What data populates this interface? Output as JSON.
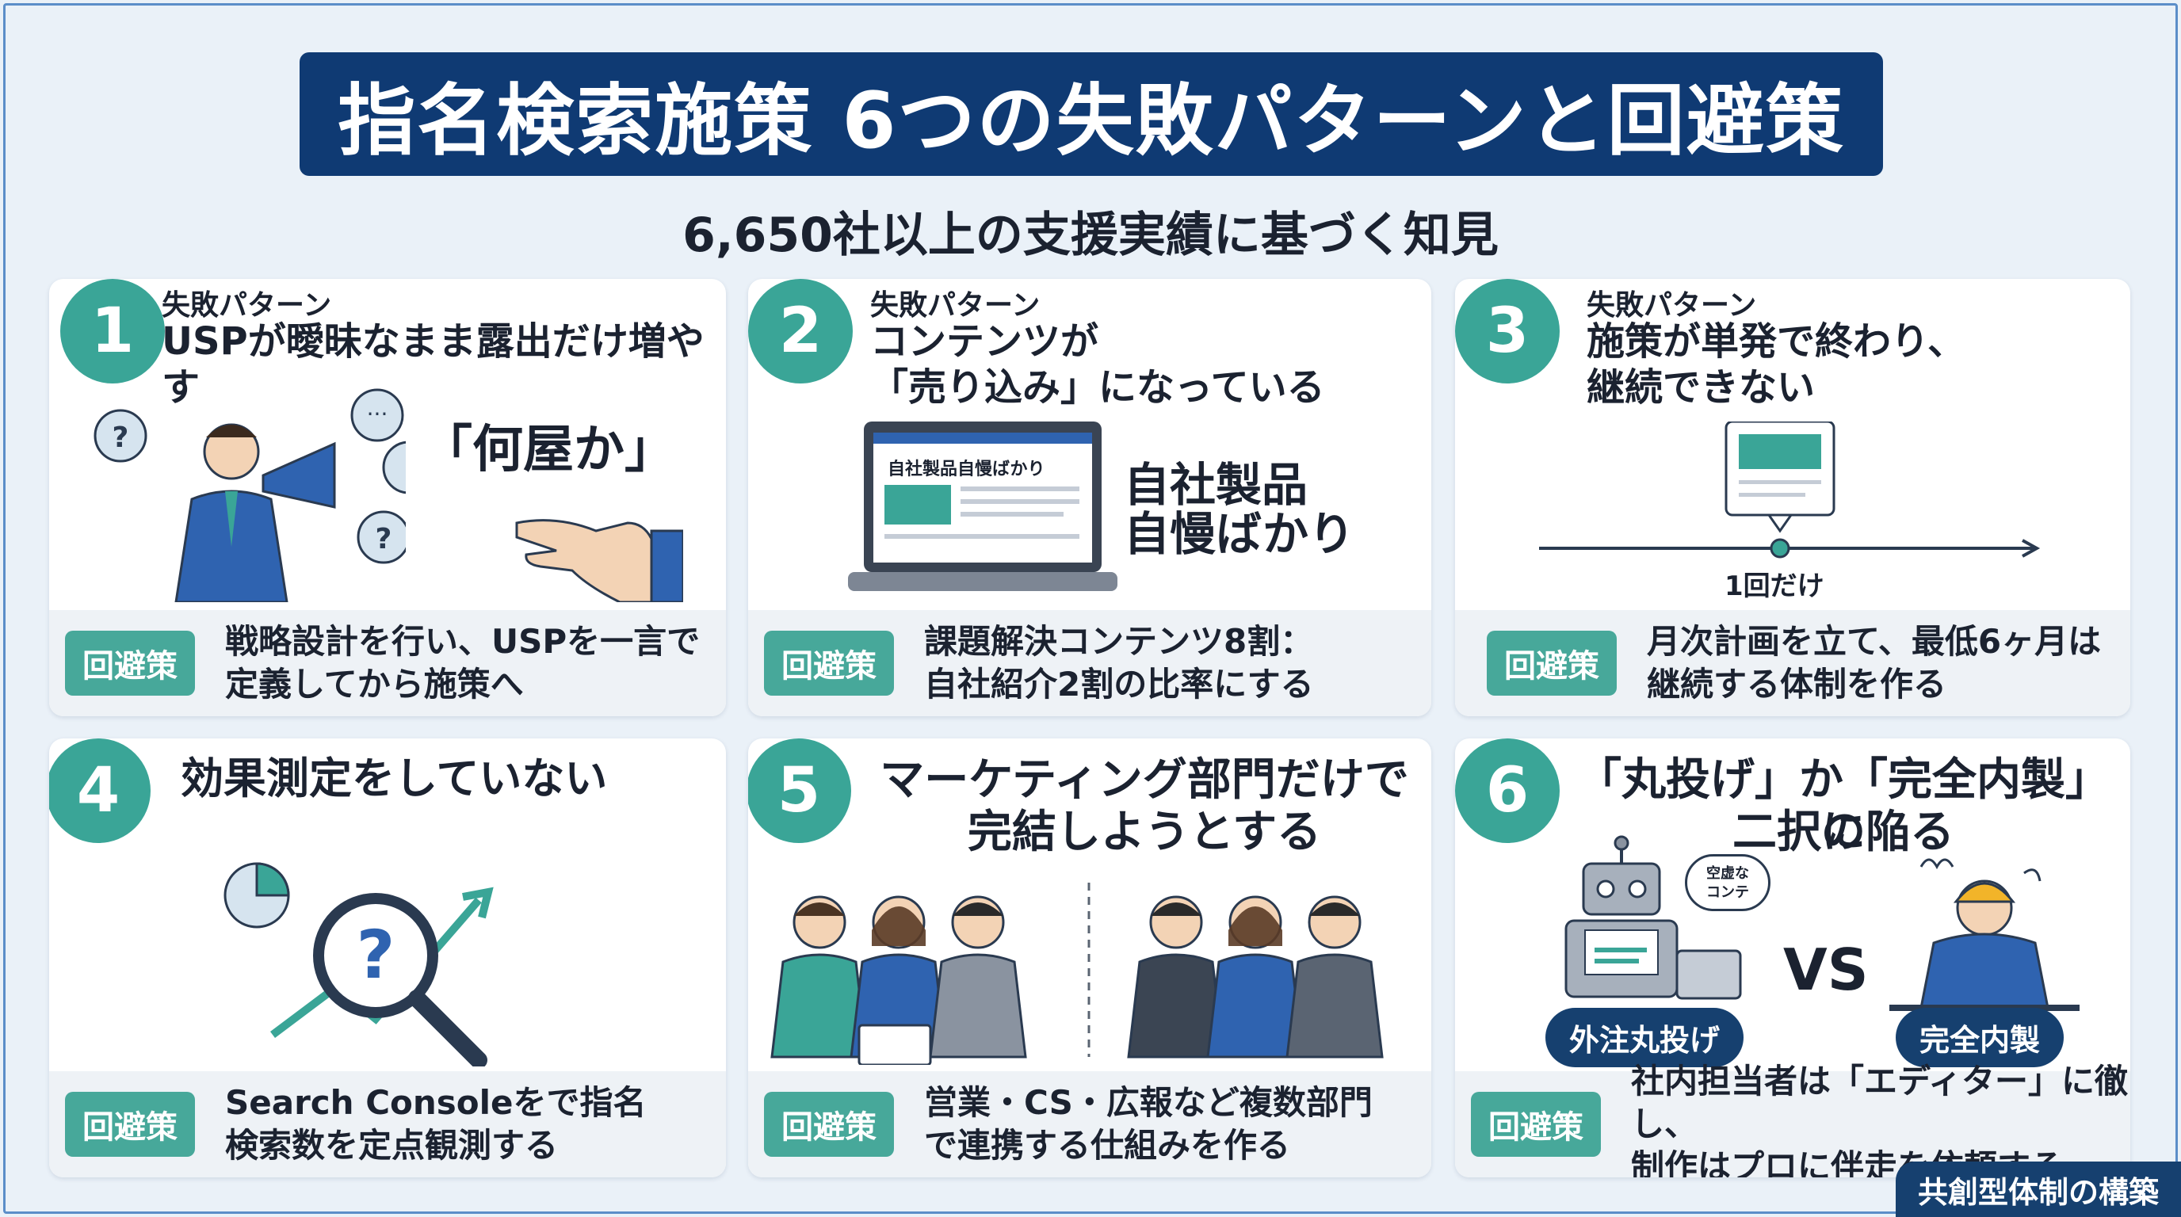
{
  "title": "指名検索施策 6つの失敗パターンと回避策",
  "subtitle": "6,650社以上の支援実績に基づく知見",
  "avoid_label": "回避策",
  "fail_label": "失敗パターン",
  "cards": [
    {
      "number": "1",
      "title": "USPが曖昧なまま露出だけ増やす",
      "illus_label": "「何屋か」",
      "avoid_line1": "戦略設計を行い、USPを一言で",
      "avoid_line2": "定義してから施策へ"
    },
    {
      "number": "2",
      "title_line1": "コンテンツが",
      "title_line2": "「売り込み」になっている",
      "screen_text": "自社製品自慢ばかり",
      "illus_line1": "自社製品",
      "illus_line2": "自慢ばかり",
      "avoid_line1": "課題解決コンテンツ8割：",
      "avoid_line2": "自社紹介2割の比率にする"
    },
    {
      "number": "3",
      "title_line1": "施策が単発で終わり、",
      "title_line2": "継続できない",
      "illus_label": "1回だけ",
      "avoid_line1": "月次計画を立て、最低6ヶ月は",
      "avoid_line2": "継続する体制を作る"
    },
    {
      "number": "4",
      "title": "効果測定をしていない",
      "avoid_line1": "Search Consoleをで指名",
      "avoid_line2": "検索数を定点観測する"
    },
    {
      "number": "5",
      "title_line1": "マーケティング部門だけで",
      "title_line2": "完結しようとする",
      "avoid_line1": "営業・CS・広報など複数部門",
      "avoid_line2": "で連携する仕組みを作る"
    },
    {
      "number": "6",
      "title_line1": "「丸投げ」か「完全内製」の",
      "title_line2": "二択に陥る",
      "bubble_line1": "空虚な",
      "bubble_line2": "コンテ",
      "vs": "VS",
      "left_pill": "外注丸投げ",
      "right_pill": "完全内製",
      "avoid_line1": "社内担当者は「エディター」に徹し、",
      "avoid_line2": "制作はプロに伴走を依頼する"
    }
  ],
  "corner_label": "共創型体制の構築",
  "colors": {
    "navy": "#0f3a73",
    "teal": "#3aa597",
    "badge": "#47a89a",
    "footer_bg": "#eef2f6",
    "bg": "#eaf1f8"
  }
}
